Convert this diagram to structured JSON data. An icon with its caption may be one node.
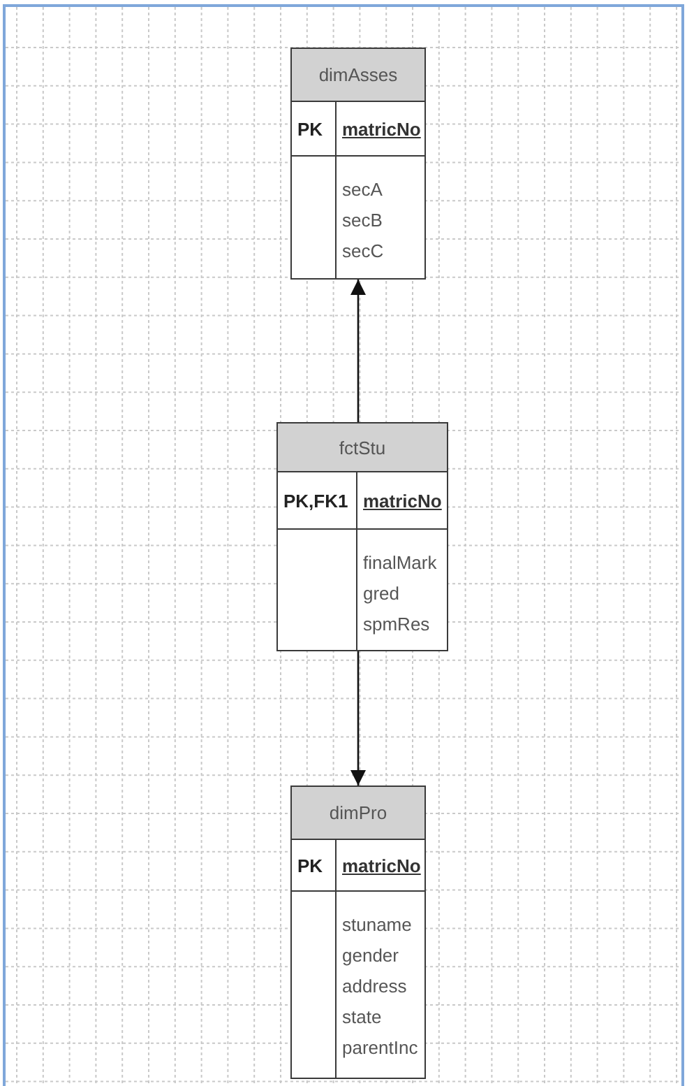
{
  "diagram": {
    "nodes": [
      {
        "text": [
          "dimAsses",
          "PK",
          "matricNo",
          "secA",
          "secB",
          "secC"
        ]
      },
      {
        "text": [
          "fctStu",
          "PK,FK1",
          "matricNo",
          "finalMark",
          "gred",
          "spmRes"
        ]
      },
      {
        "text": [
          "dimPro",
          "PK",
          "matricNo",
          "stuname",
          "gender",
          "address",
          "state",
          "parentInc"
        ]
      }
    ],
    "edges": [
      {
        "from": 1,
        "to": 0,
        "arrow": "to"
      },
      {
        "from": 1,
        "to": 2,
        "arrow": "to"
      }
    ]
  }
}
